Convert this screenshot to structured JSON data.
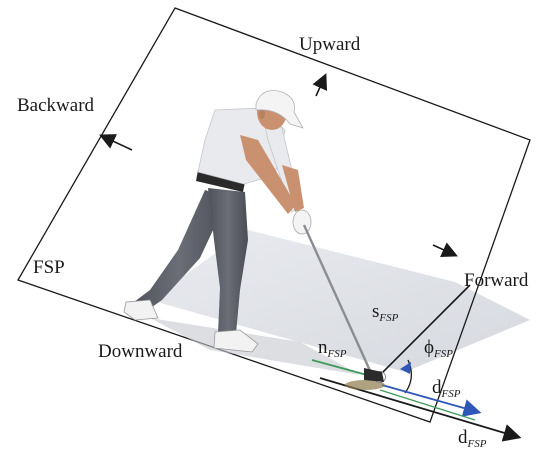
{
  "labels": {
    "upward": "Upward",
    "backward": "Backward",
    "forward": "Forward",
    "downward": "Downward",
    "plane_name": "FSP"
  },
  "symbols": {
    "s": {
      "base": "s",
      "sub": "FSP"
    },
    "n": {
      "base": "n",
      "sub": "FSP"
    },
    "phi": {
      "base": "ϕ",
      "sub": "FSP"
    },
    "d1": {
      "base": "d",
      "sub": "FSP"
    },
    "d2": {
      "base": "d",
      "sub": "FSP"
    }
  },
  "colors": {
    "plane_stroke": "#1a1a1a",
    "shaded_plane": "#dfe1e6",
    "vector_blue": "#2f57b8",
    "vector_green": "#3f9a5a",
    "text": "#1a1a1a"
  },
  "figure": {
    "subject": "golfer-swinging-club",
    "shirt": "#e9eaee",
    "trousers": "#5d6068",
    "cap": "#f4f4f4",
    "skin": "#c99170",
    "shoes": "#f2f2f2",
    "club": "#8a8d92"
  }
}
